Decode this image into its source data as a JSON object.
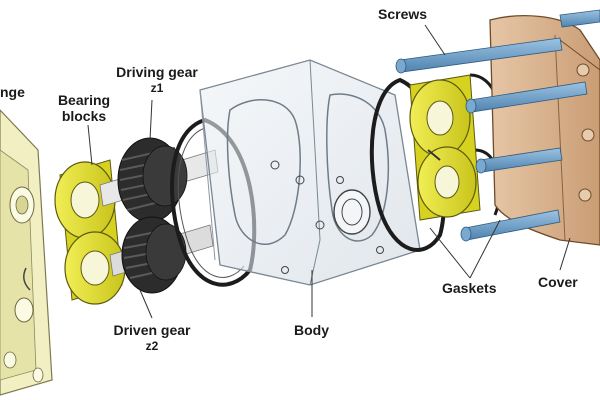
{
  "diagram": {
    "labels": {
      "flange": "nge",
      "bearing_blocks_line1": "Bearing",
      "bearing_blocks_line2": "blocks",
      "driving_gear": "Driving gear",
      "driving_gear_sub": "z1",
      "driven_gear": "Driven gear",
      "driven_gear_sub": "z2",
      "body": "Body",
      "screws": "Screws",
      "gaskets": "Gaskets",
      "cover": "Cover"
    },
    "colors": {
      "flange": "#f2f0c2",
      "bearing_block": "#e3e02a",
      "gear": "#2c2c2c",
      "body": "#dfe6ee",
      "gasket": "#1c1c1c",
      "screw": "#6e9fc9",
      "cover": "#dcb593",
      "leader_line": "#333333"
    }
  }
}
